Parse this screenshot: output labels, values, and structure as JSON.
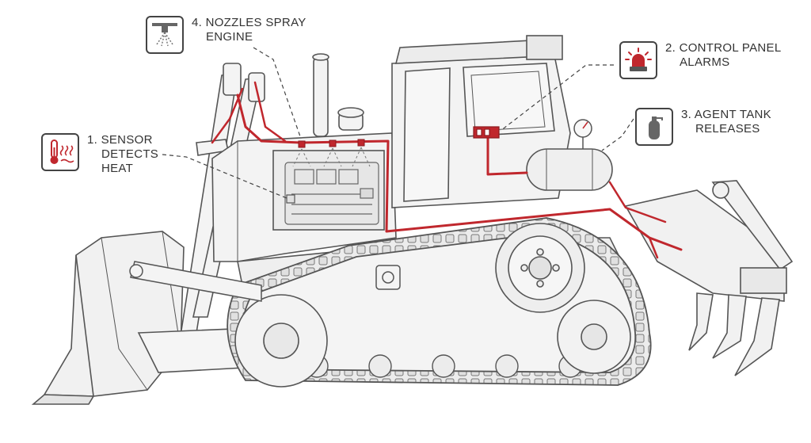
{
  "colors": {
    "line": "#444444",
    "fill": "#f2f2f2",
    "accent": "#c0272d",
    "text": "#333333"
  },
  "callouts": [
    {
      "id": "sensor",
      "icon": "thermometer-heat-icon",
      "line1": "1. SENSOR",
      "line2": "DETECTS",
      "line3": "HEAT"
    },
    {
      "id": "panel",
      "icon": "alarm-beacon-icon",
      "line1": "2. CONTROL PANEL",
      "line2": "ALARMS"
    },
    {
      "id": "tank",
      "icon": "gas-cylinder-icon",
      "line1": "3. AGENT TANK",
      "line2": "RELEASES"
    },
    {
      "id": "nozzles",
      "icon": "spray-nozzle-icon",
      "line1": "4. NOZZLES SPRAY",
      "line2": "ENGINE"
    }
  ]
}
